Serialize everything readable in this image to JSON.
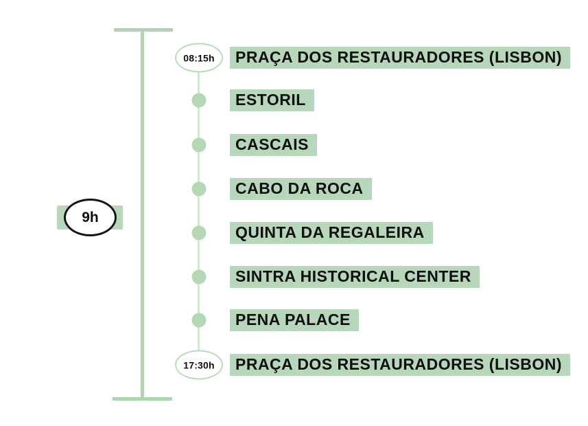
{
  "timeline": {
    "duration_label": "9h",
    "start_time": "08:15h",
    "end_time": "17:30h",
    "stops": [
      {
        "time": "08:15h",
        "label": "PRAÇA DOS RESTAURADORES (LISBON)",
        "marker": "time-oval"
      },
      {
        "time": "",
        "label": "ESTORIL",
        "marker": "dot"
      },
      {
        "time": "",
        "label": "CASCAIS",
        "marker": "dot"
      },
      {
        "time": "",
        "label": "CABO DA ROCA",
        "marker": "dot"
      },
      {
        "time": "",
        "label": "QUINTA DA REGALEIRA",
        "marker": "dot"
      },
      {
        "time": "",
        "label": "SINTRA HISTORICAL CENTER",
        "marker": "dot"
      },
      {
        "time": "",
        "label": "PENA PALACE",
        "marker": "dot"
      },
      {
        "time": "17:30h",
        "label": "PRAÇA DOS RESTAURADORES (LISBON)",
        "marker": "time-oval"
      }
    ],
    "colors": {
      "highlight_green": "#b7d7ba",
      "marker_green": "#b3d8b4",
      "frame_green": "#aed4b0",
      "connector_green": "#cfe6cf",
      "oval_stroke_green": "#b8dcba",
      "duration_oval_stroke": "#141414",
      "text_black": "#0d0d0d",
      "background": "#ffffff"
    }
  }
}
